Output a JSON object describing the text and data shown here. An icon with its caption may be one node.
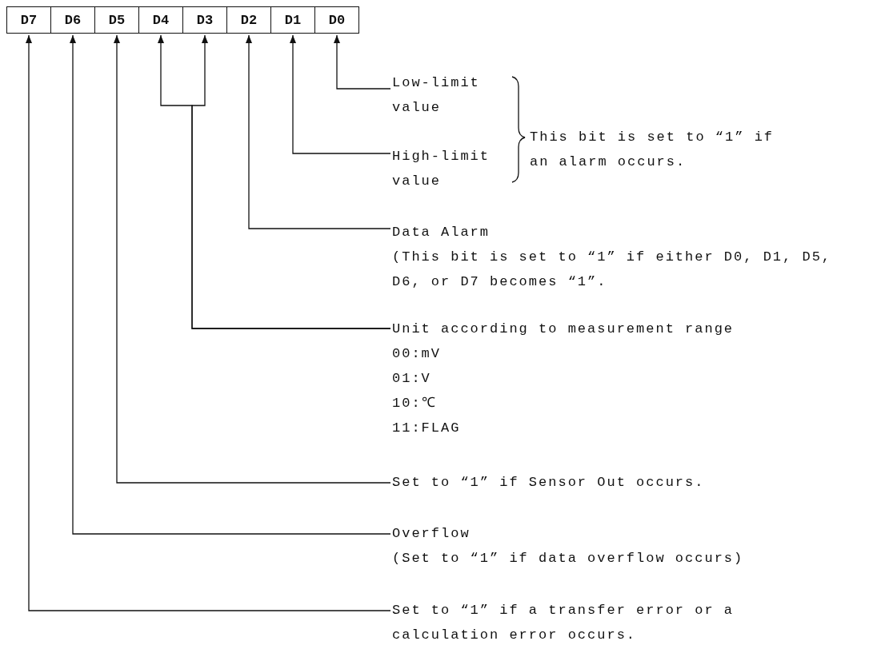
{
  "diagram": {
    "nodes": [
      {
        "text": [
          "D7"
        ]
      },
      {
        "text": [
          "D6"
        ]
      },
      {
        "text": [
          "D5"
        ]
      },
      {
        "text": [
          "D4"
        ]
      },
      {
        "text": [
          "D3"
        ]
      },
      {
        "text": [
          "D2"
        ]
      },
      {
        "text": [
          "D1"
        ]
      },
      {
        "text": [
          "D0"
        ]
      },
      {
        "text": [
          "Low-limit value"
        ]
      },
      {
        "text": [
          "High-limit value"
        ]
      },
      {
        "text": [
          "Data Alarm",
          "(This bit is set to “1” if either D0, D1, D5, D6, or D7 becomes “1”."
        ]
      },
      {
        "text": [
          "Unit according to measurement range",
          "00:mV",
          "01:V",
          "10:℃",
          "11:FLAG"
        ]
      },
      {
        "text": [
          "Set to “1” if Sensor Out occurs."
        ]
      },
      {
        "text": [
          "Overflow",
          "(Set to “1” if data overflow occurs)"
        ]
      },
      {
        "text": [
          "Set to “1” if a transfer error or a calculation error occurs."
        ]
      }
    ],
    "edges": [
      {
        "from": 8,
        "to": 7,
        "arrow": "to"
      },
      {
        "from": 9,
        "to": 6,
        "arrow": "to"
      },
      {
        "from": 10,
        "to": 5,
        "arrow": "to"
      },
      {
        "from": 11,
        "to": 3,
        "arrow": "to"
      },
      {
        "from": 11,
        "to": 4,
        "arrow": "to"
      },
      {
        "from": 12,
        "to": 2,
        "arrow": "to"
      },
      {
        "from": 13,
        "to": 1,
        "arrow": "to"
      },
      {
        "from": 14,
        "to": 0,
        "arrow": "to"
      }
    ],
    "labels": [
      "This bit is set to “1” if an alarm occurs."
    ]
  }
}
